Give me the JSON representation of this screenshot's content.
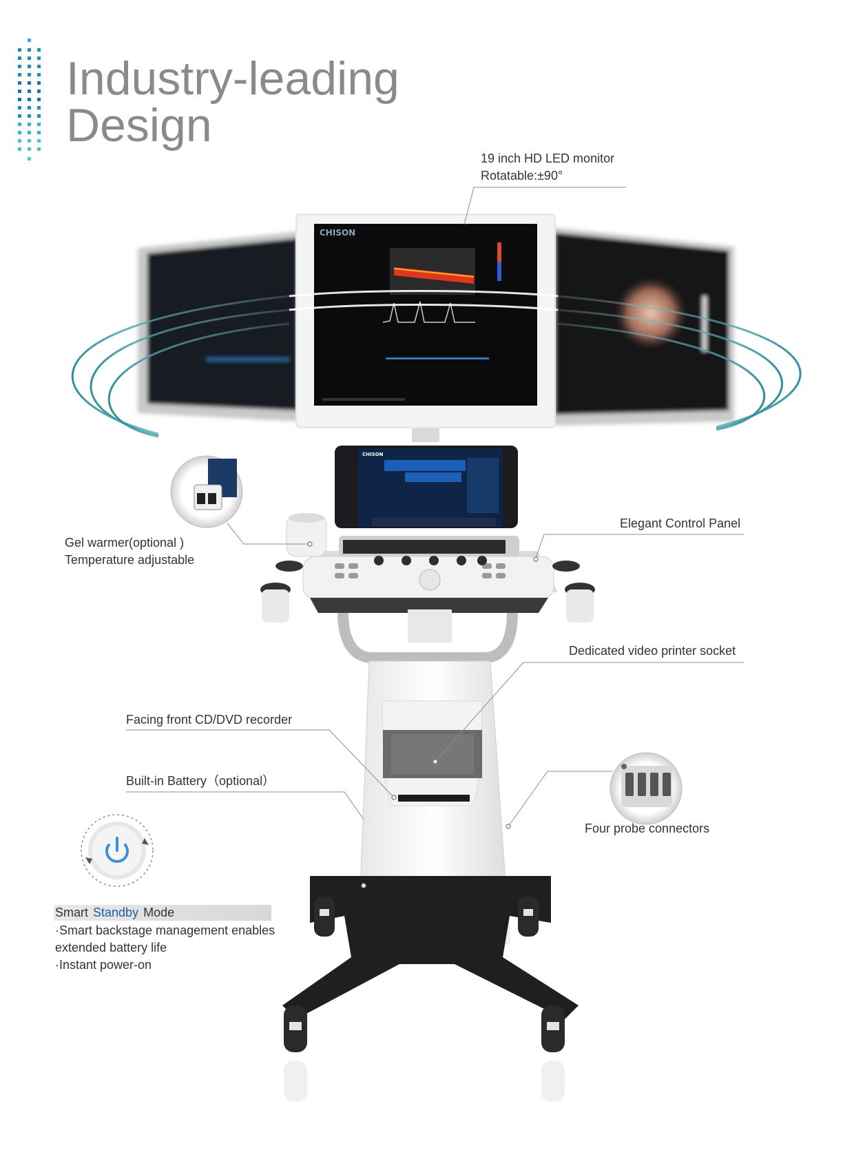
{
  "heading": {
    "line1": "Industry-leading",
    "line2": "Design"
  },
  "callouts": {
    "monitor": {
      "line1": "19 inch HD LED monitor",
      "line2": "Rotatable:±90°"
    },
    "gel": {
      "line1": "Gel warmer(optional )",
      "line2": "Temperature adjustable"
    },
    "control_panel": "Elegant Control Panel",
    "printer": "Dedicated video printer socket",
    "cd": "Facing front CD/DVD recorder",
    "battery": "Built-in Battery（optional）",
    "probes": "Four probe connectors"
  },
  "brand": {
    "monitor_logo": "CHISON",
    "panel_logo": "CHISON"
  },
  "standby": {
    "prefix": "Smart ",
    "highlight": "Standby",
    "suffix": " Mode",
    "bullet1": "·Smart backstage management enables",
    "bullet2": " extended battery life",
    "bullet3": "·Instant power-on"
  },
  "icons": {
    "power": "power-icon",
    "brand_dots": "dot-matrix-logo-icon"
  },
  "colors": {
    "heading": "#8a8a8a",
    "accent_blue": "#1f5da8",
    "teal_arc": "#2f8f9a",
    "screen_dark": "#0b0b0e"
  }
}
